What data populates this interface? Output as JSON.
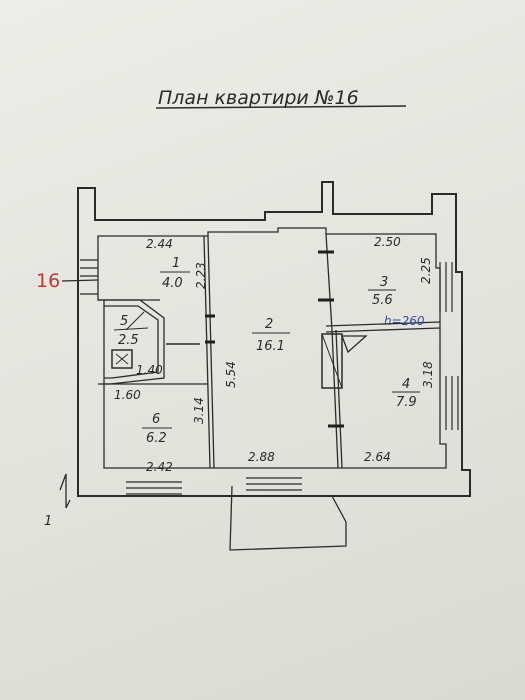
{
  "title": "План квартири №16",
  "side_label": "16",
  "height_note": "h=260",
  "corner_mark": "1",
  "rooms": [
    {
      "number": "1",
      "area": "4.0",
      "width": "2.44",
      "depth": "2.23"
    },
    {
      "number": "2",
      "area": "16.1",
      "depth": "5.54",
      "width": "2.88"
    },
    {
      "number": "3",
      "area": "5.6",
      "width": "2.50",
      "depth": "2.25"
    },
    {
      "number": "4",
      "area": "7.9",
      "depth": "3.18",
      "width": "2.64"
    },
    {
      "number": "5",
      "area": "2.5",
      "width": "1.40"
    },
    {
      "number": "6",
      "area": "6.2",
      "width": "2.42",
      "depth": "3.14",
      "top_width": "1.60"
    }
  ],
  "colors": {
    "ink": "#2b2b2b",
    "red_label": "#c0392b",
    "blue_note": "#3b4aa0"
  }
}
